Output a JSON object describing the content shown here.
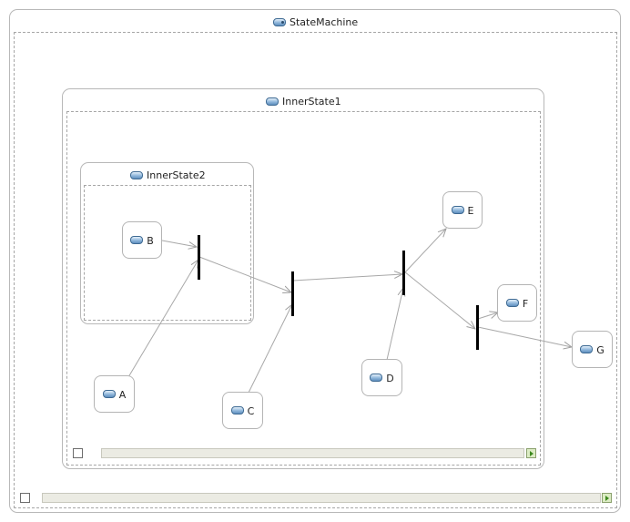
{
  "diagram": {
    "state_machine": {
      "title": "StateMachine",
      "icon": "state-machine-icon"
    },
    "inner_state1": {
      "title": "InnerState1",
      "icon": "composite-state-icon"
    },
    "inner_state2": {
      "title": "InnerState2",
      "icon": "composite-state-icon"
    },
    "states": [
      {
        "id": "A",
        "label": "A"
      },
      {
        "id": "B",
        "label": "B"
      },
      {
        "id": "C",
        "label": "C"
      },
      {
        "id": "D",
        "label": "D"
      },
      {
        "id": "E",
        "label": "E"
      },
      {
        "id": "F",
        "label": "F"
      },
      {
        "id": "G",
        "label": "G"
      }
    ],
    "pseudostates": [
      "fork-join-1",
      "fork-join-2",
      "fork-join-3",
      "fork-join-4"
    ],
    "transitions": [
      {
        "from": "B",
        "to": "fork-join-1"
      },
      {
        "from": "A",
        "to": "fork-join-1"
      },
      {
        "from": "fork-join-1",
        "to": "fork-join-2"
      },
      {
        "from": "C",
        "to": "fork-join-2"
      },
      {
        "from": "fork-join-2",
        "to": "fork-join-3"
      },
      {
        "from": "D",
        "to": "fork-join-3"
      },
      {
        "from": "fork-join-3",
        "to": "E"
      },
      {
        "from": "fork-join-3",
        "to": "fork-join-4"
      },
      {
        "from": "fork-join-4",
        "to": "F"
      },
      {
        "from": "fork-join-4",
        "to": "G"
      }
    ],
    "colors": {
      "edge": "#a8a8a8",
      "bar": "#000000",
      "state_border": "#b4b4b4",
      "icon": "#8fb6db"
    }
  }
}
